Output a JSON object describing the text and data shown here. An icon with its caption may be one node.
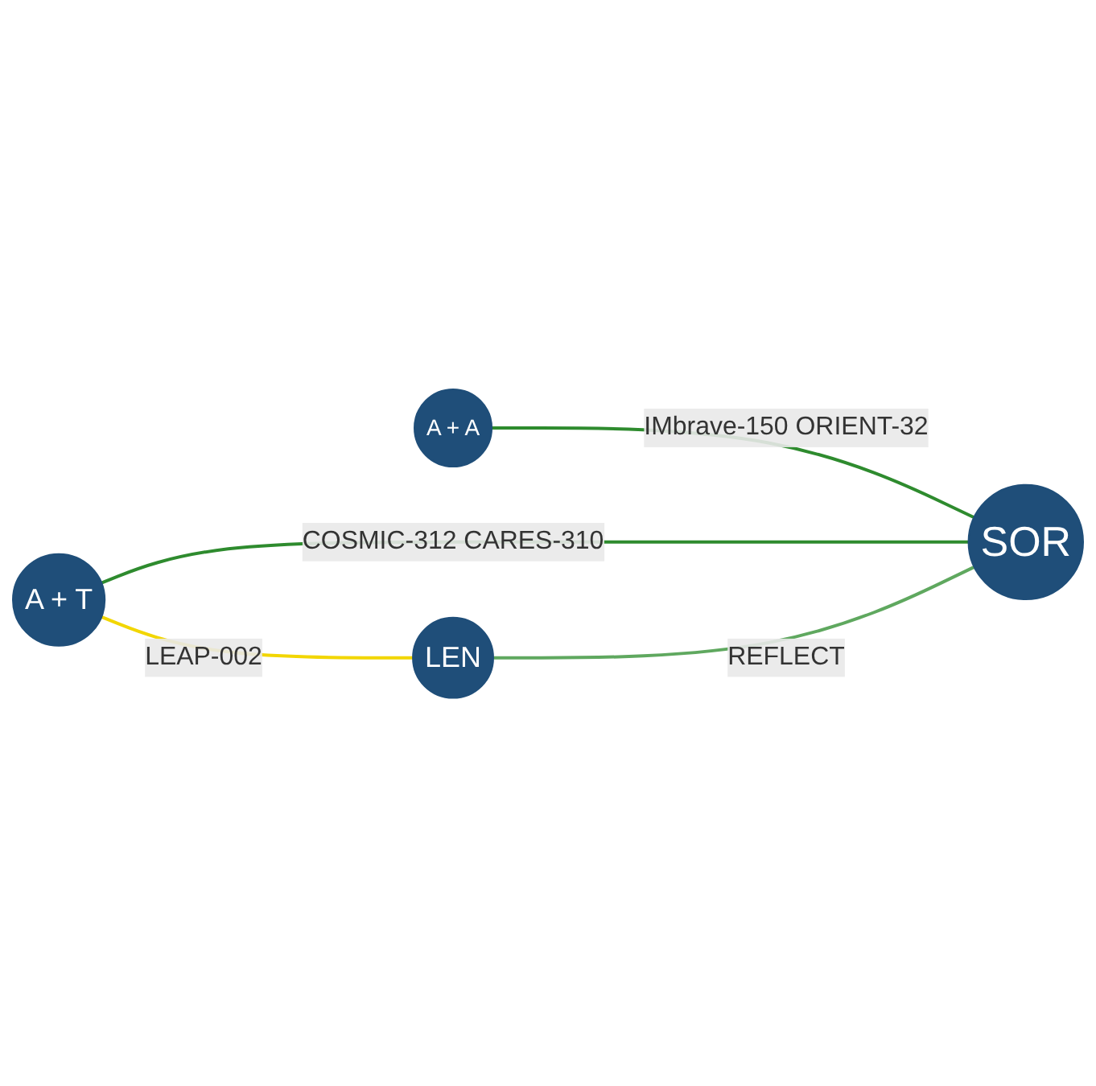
{
  "diagram": {
    "nodes": [
      {
        "text": [
          "A + A"
        ]
      },
      {
        "text": [
          "A + T"
        ]
      },
      {
        "text": [
          "SOR"
        ]
      },
      {
        "text": [
          "LEN"
        ]
      }
    ],
    "edges": [
      {
        "from": 0,
        "to": 2,
        "arrow": "none",
        "label": "IMbrave-150 ORIENT-32"
      },
      {
        "from": 1,
        "to": 2,
        "arrow": "none",
        "label": "COSMIC-312 CARES-310"
      },
      {
        "from": 1,
        "to": 3,
        "arrow": "none",
        "label": "LEAP-002",
        "color": "#f2d600"
      },
      {
        "from": 3,
        "to": 2,
        "arrow": "none",
        "label": "REFLECT",
        "color": "#5fa85f"
      }
    ]
  }
}
